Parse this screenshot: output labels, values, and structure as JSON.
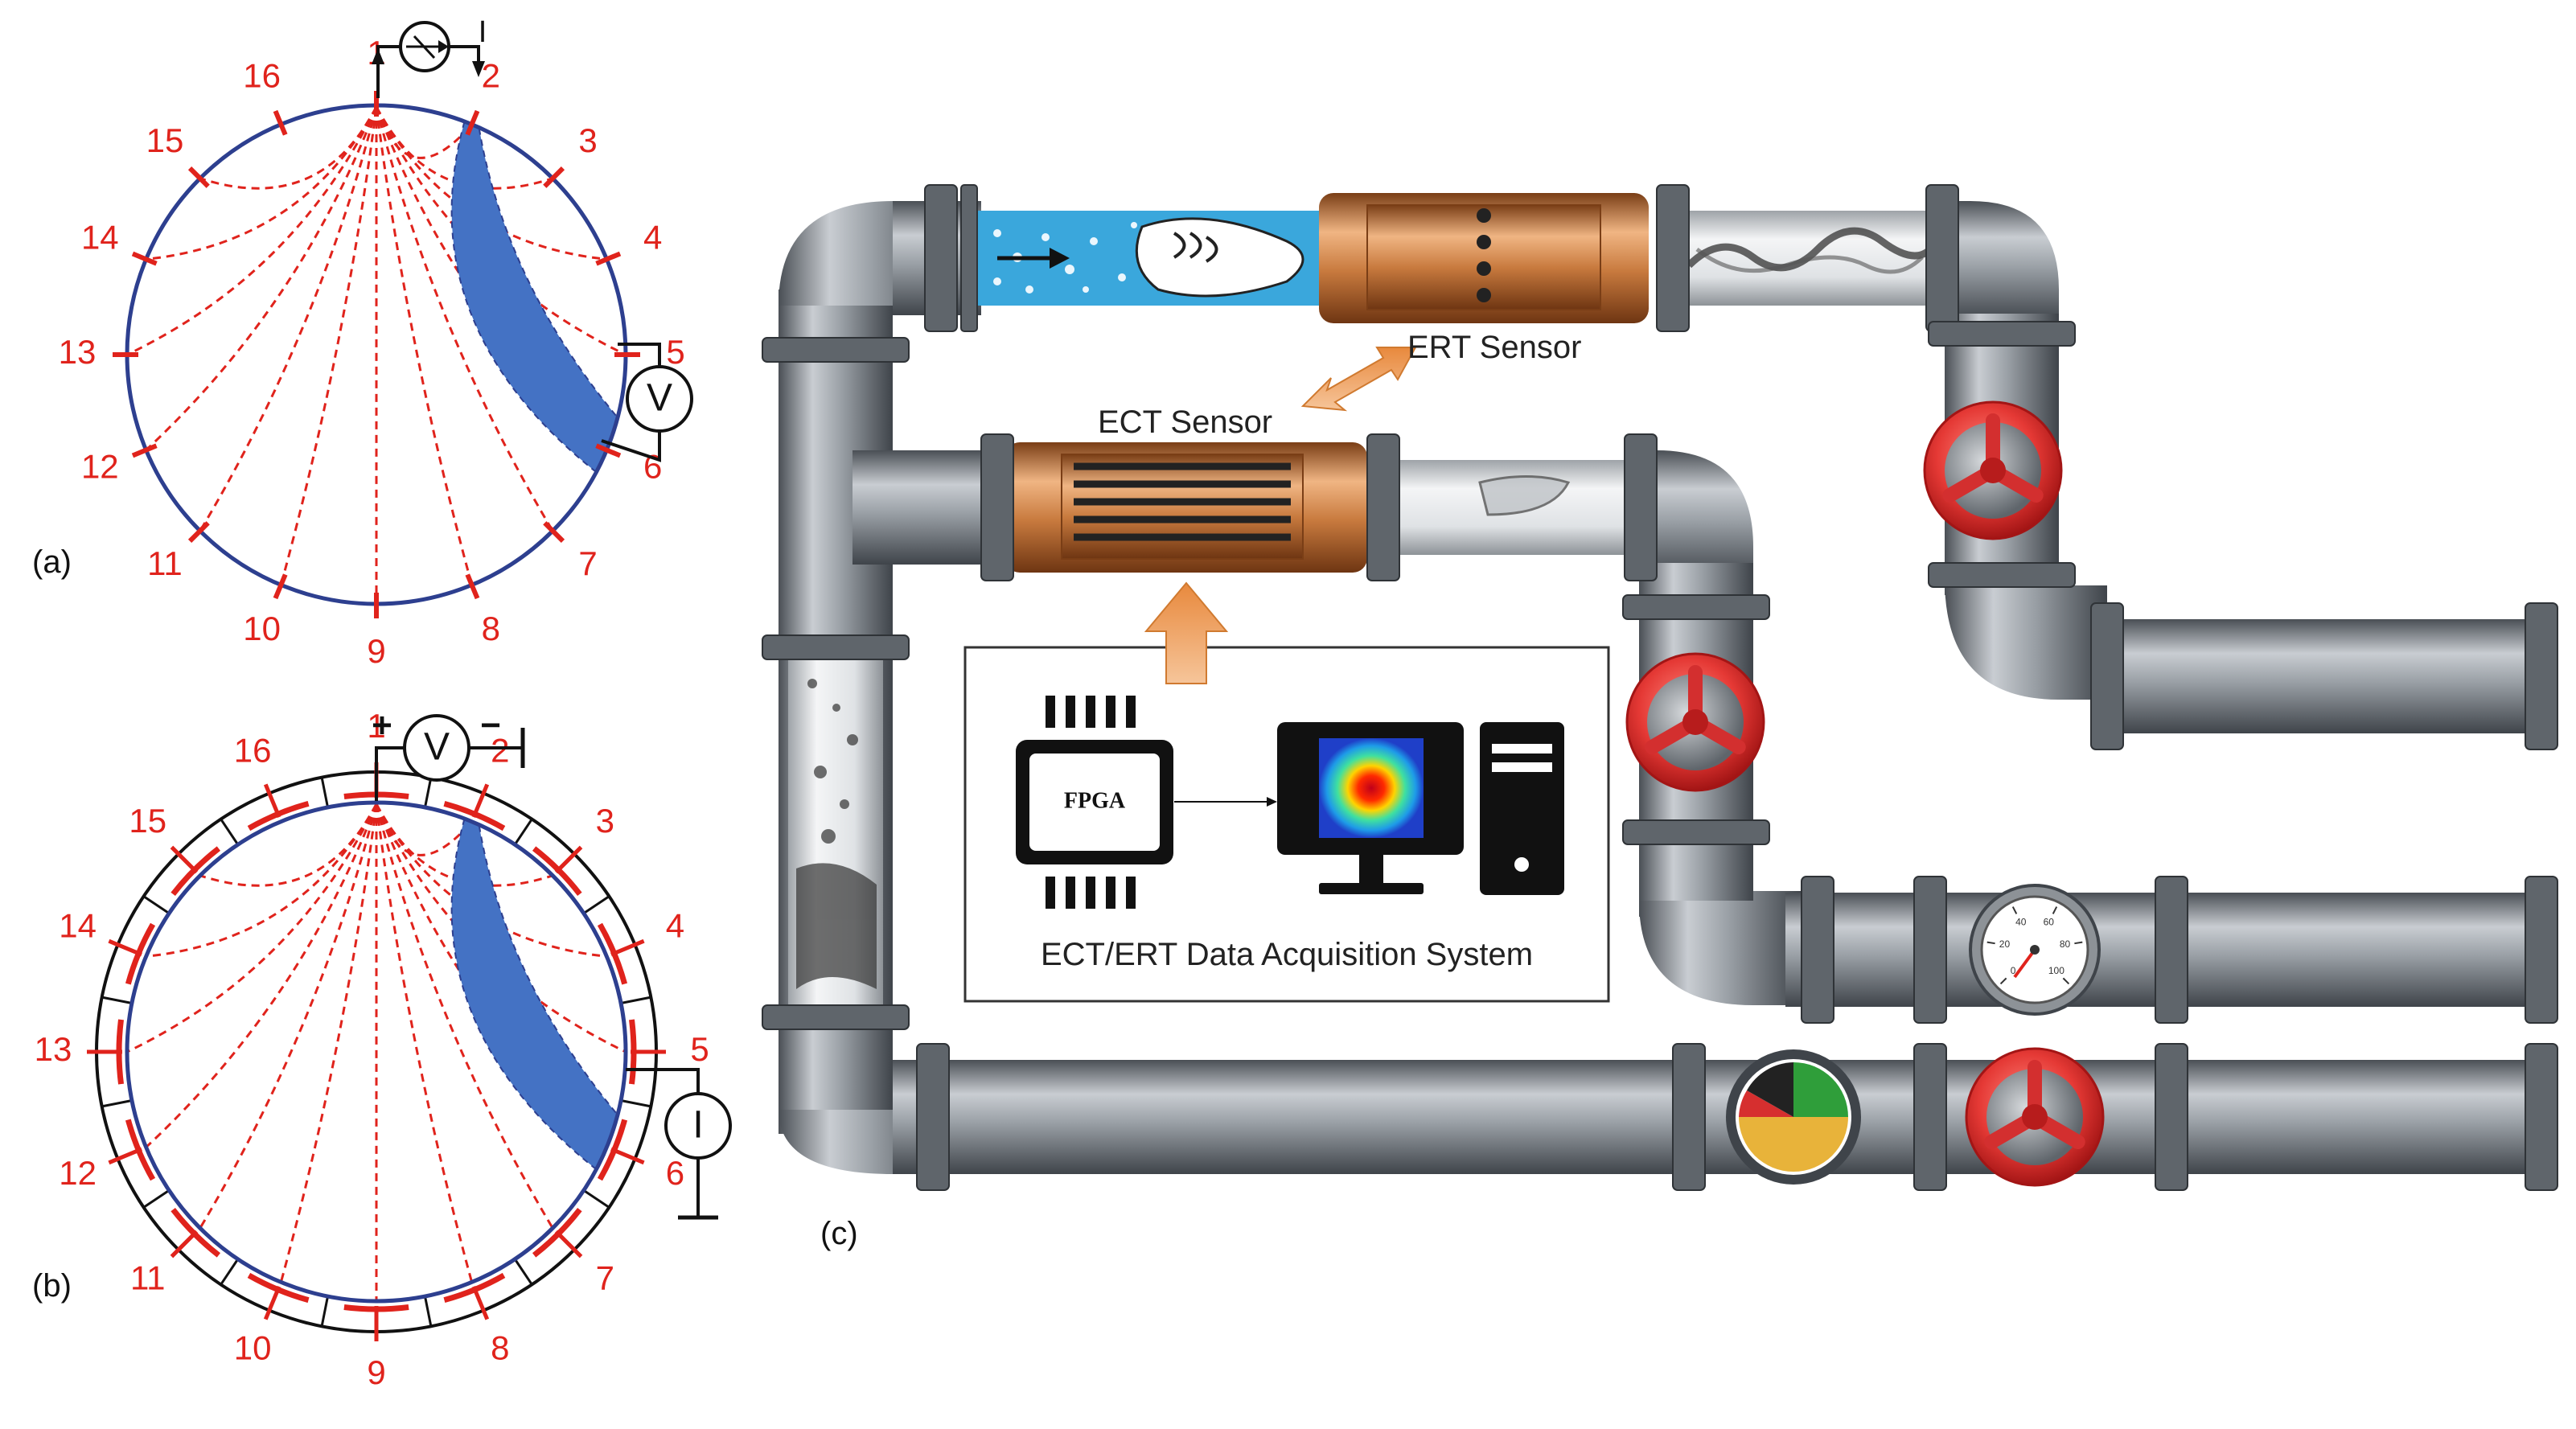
{
  "panels": {
    "a": {
      "label": "(a)",
      "source_symbol": "I",
      "meter_symbol": "V"
    },
    "b": {
      "label": "(b)",
      "voltage_symbol": "V",
      "plus_sign": "+",
      "minus_sign": "−",
      "current_symbol": "I"
    },
    "c": {
      "label": "(c)"
    }
  },
  "electrode_numbers": [
    "1",
    "2",
    "3",
    "4",
    "5",
    "6",
    "7",
    "8",
    "9",
    "10",
    "11",
    "12",
    "13",
    "14",
    "15",
    "16"
  ],
  "sensors": {
    "ert_label": "ERT Sensor",
    "ect_label": "ECT Sensor"
  },
  "daq": {
    "title": "ECT/ERT Data Acquisition System",
    "chip_label": "FPGA"
  },
  "pressure_gauge": {
    "ticks": [
      "0",
      "20",
      "40",
      "60",
      "80",
      "100"
    ]
  },
  "colors": {
    "circle": "#2d3f8f",
    "electrode": "#e0231c",
    "sensitivity_region": "#4472c4",
    "pipe": "#8a9096",
    "copper": "#c87a3e",
    "valve": "#e53935",
    "water": "#3aa7dc",
    "arrow": "#f0a050"
  }
}
